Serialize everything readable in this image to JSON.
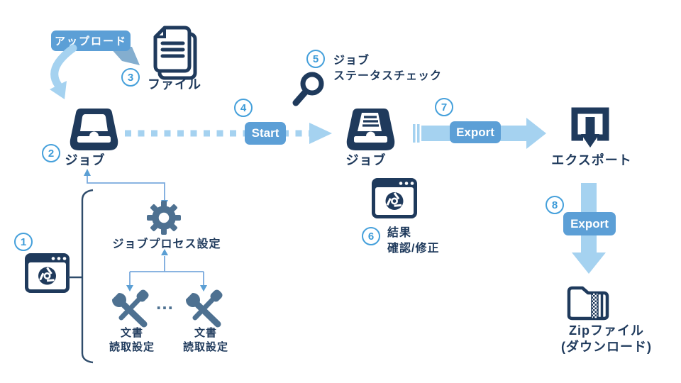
{
  "colors": {
    "navy": "#1F3A5C",
    "steel": "#4E7191",
    "blue_medium": "#5C9FD6",
    "blue_light": "#A5D2F0",
    "badge_blue": "#45A0DB",
    "connector_blue": "#79A9DD",
    "bracket_navy": "#2F4C6B",
    "tail_blue": "#84AECF"
  },
  "steps": {
    "s1": "1",
    "s2": "2",
    "s3": "3",
    "s4": "4",
    "s5": "5",
    "s6": "6",
    "s7": "7",
    "s8": "8"
  },
  "callouts": {
    "upload": "アップロード",
    "start": "Start",
    "export1": "Export",
    "export2": "Export"
  },
  "labels": {
    "files": "ファイル",
    "job1": "ジョブ",
    "job2": "ジョブ",
    "status_line1": "ジョブ",
    "status_line2": "ステータスチェック",
    "export_node": "エクスポート",
    "zip_line1": "Zipファイル",
    "zip_line2": "(ダウンロード)",
    "result_line1": "結果",
    "result_line2": "確認/修正",
    "process": "ジョブプロセス設定",
    "doc1_line1": "文書",
    "doc1_line2": "読取設定",
    "doc2_line1": "文書",
    "doc2_line2": "読取設定",
    "ellipsis": "…"
  },
  "icons": {
    "files": "documents-icon",
    "job": "inbox-icon",
    "status": "search-icon",
    "result": "browser-chrome-icon",
    "config": "browser-chrome-icon",
    "process": "gear-icon",
    "doc_settings": "tools-icon",
    "export": "export-square-arrow-icon",
    "zip": "zip-folder-icon"
  }
}
